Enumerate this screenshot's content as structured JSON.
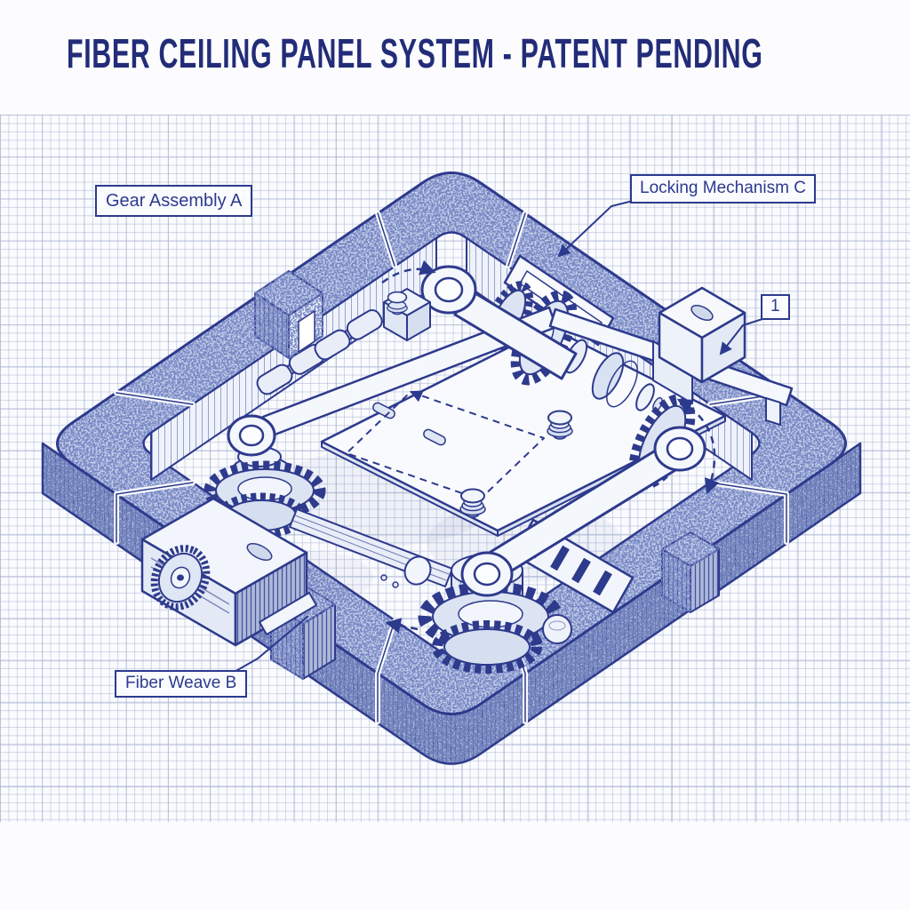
{
  "title": "FIBER CEILING PANEL SYSTEM - PATENT PENDING",
  "labels": {
    "gear_assembly": "Gear Assembly A",
    "locking_mechanism": "Locking Mechanism C",
    "fiber_weave": "Fiber Weave B",
    "ref_number": "1"
  },
  "colors": {
    "ink": "#2e3a8c",
    "title_ink": "#222c78",
    "grid_line": "#acb8d4",
    "paper": "#fcfcfe",
    "part_fill": "#f4f7fc",
    "frame_fill": "#c3cde8"
  }
}
